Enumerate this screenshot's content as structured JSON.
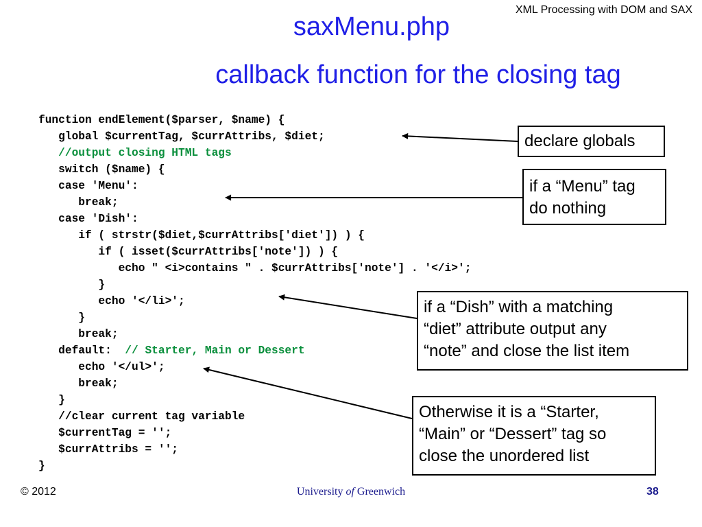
{
  "header": {
    "topic": "XML Processing with DOM and SAX"
  },
  "slide": {
    "title_line1": "saxMenu.php",
    "title_line2": "callback function for the closing tag"
  },
  "code": {
    "lines": [
      "function endElement($parser, $name) {",
      "   global $currentTag, $currAttribs, $diet;",
      "   //output closing HTML tags",
      "   switch ($name) {",
      "   case 'Menu':",
      "      break;",
      "   case 'Dish':",
      "      if ( strstr($diet,$currAttribs['diet']) ) {",
      "         if ( isset($currAttribs['note']) ) {",
      "            echo \" <i>contains \" . $currAttribs['note'] . '</i>';",
      "         }",
      "         echo '</li>';",
      "      }",
      "      break;",
      "   default:  ",
      "      echo '</ul>';",
      "      break;",
      "   }",
      "   //clear current tag variable",
      "   $currentTag = '';",
      "   $currAttribs = '';",
      "}"
    ],
    "comment_output": "   //output closing HTML tags",
    "comment_default": "// Starter, Main or Dessert"
  },
  "callouts": {
    "globals": [
      "declare globals"
    ],
    "menu": [
      "if a “Menu” tag",
      "do nothing"
    ],
    "dish": [
      "if a “Dish” with a matching",
      "“diet” attribute output any",
      "“note” and close the list item"
    ],
    "other": [
      "Otherwise it is a “Starter,",
      "“Main” or “Dessert” tag so",
      "close the unordered list"
    ]
  },
  "footer": {
    "copyright": "© 2012",
    "university_pre": "University ",
    "university_of": "of",
    "university_post": " Greenwich",
    "page_number": "38"
  }
}
